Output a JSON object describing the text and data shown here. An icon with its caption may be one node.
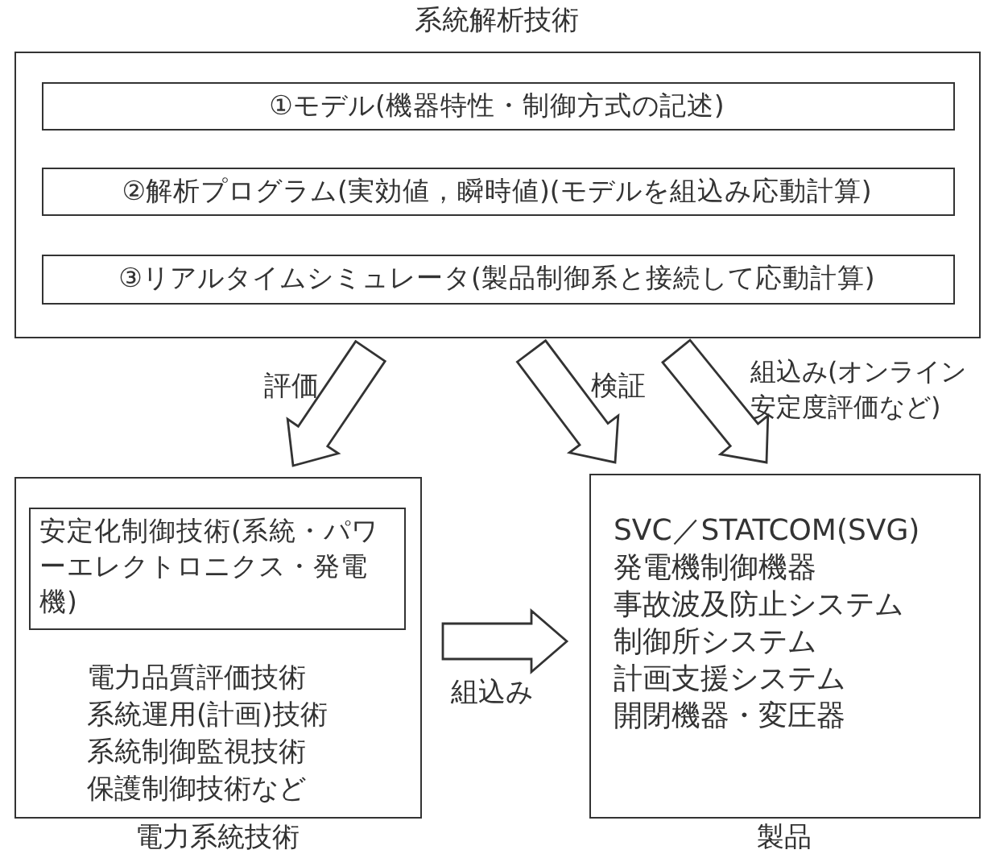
{
  "diagram": {
    "nodes": [
      {
        "text": [
          "系統解析技術"
        ]
      },
      {
        "text": [
          "①モデル(機器特性・制御方式の記述)"
        ],
        "in": 0
      },
      {
        "text": [
          "②解析プログラム(実効値，瞬時値)(モデルを組込み応動計算)"
        ],
        "in": 0
      },
      {
        "text": [
          "③リアルタイムシミュレータ(製品制御系と接続して応動計算)"
        ],
        "in": 0
      },
      {
        "text": [
          "電力品質評価技術",
          "系統運用(計画)技術",
          "系統制御監視技術",
          "保護制御技術など",
          "電力系統技術"
        ]
      },
      {
        "text": [
          "安定化制御技術(系統・パワーエレクトロニクス・発電機)"
        ],
        "in": 4
      },
      {
        "text": [
          "SVC／STATCOM(SVG)",
          "発電機制御機器",
          "事故波及防止システム",
          "制御所システム",
          "計画支援システム",
          "開閉機器・変圧器",
          "製品"
        ]
      }
    ],
    "edges": [
      {
        "from": 0,
        "to": 4,
        "arrow": "to",
        "label": "評価"
      },
      {
        "from": 0,
        "to": 6,
        "arrow": "to",
        "label": "検証"
      },
      {
        "from": 0,
        "to": 6,
        "arrow": "to",
        "label": "組込み(オンライン安定度評価など)"
      },
      {
        "from": 4,
        "to": 6,
        "arrow": "to",
        "label": "組込み"
      }
    ]
  }
}
